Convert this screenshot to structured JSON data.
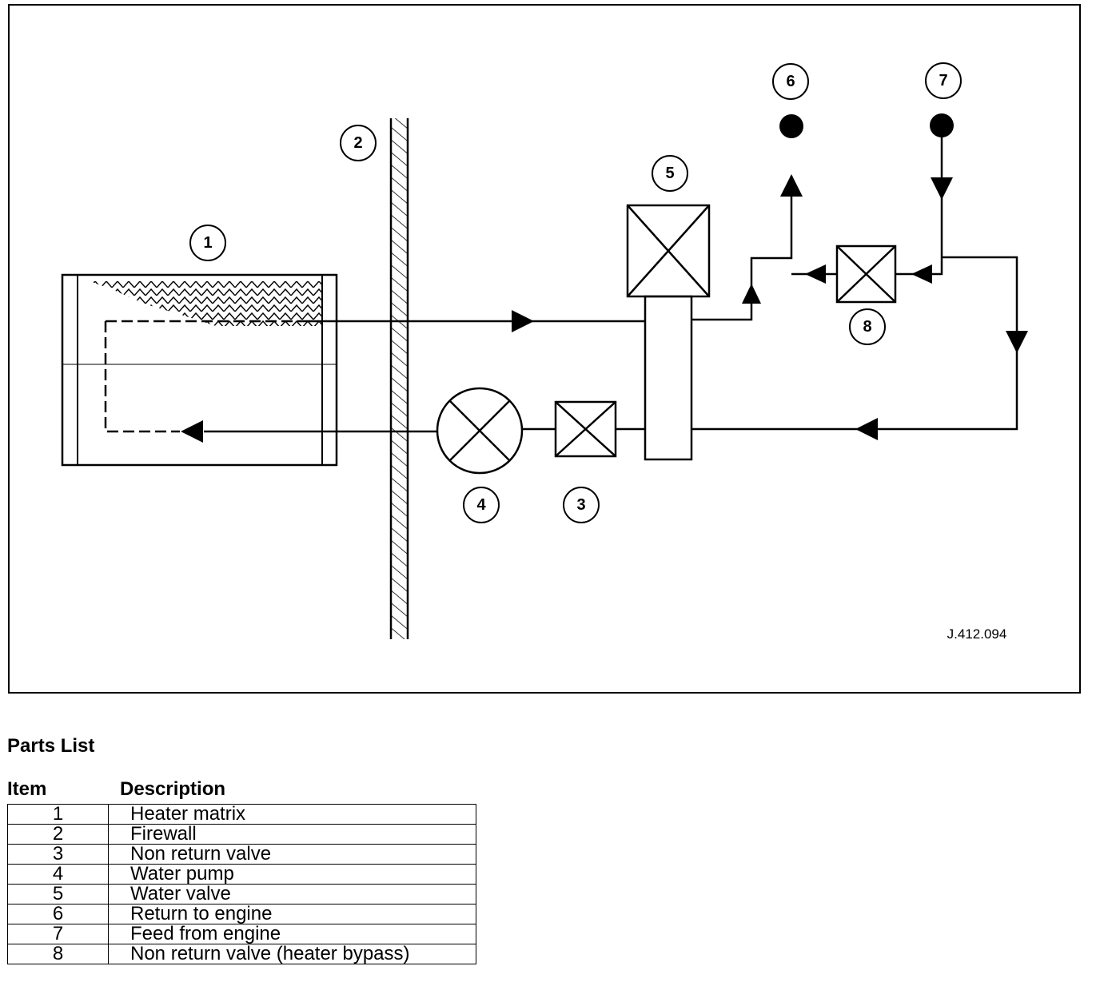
{
  "diagram": {
    "callouts": [
      "1",
      "2",
      "3",
      "4",
      "5",
      "6",
      "7",
      "8"
    ],
    "reference": "J.412.094"
  },
  "parts_list": {
    "title": "Parts List",
    "headers": {
      "item": "Item",
      "description": "Description"
    },
    "rows": [
      {
        "item": "1",
        "description": "Heater matrix"
      },
      {
        "item": "2",
        "description": "Firewall"
      },
      {
        "item": "3",
        "description": "Non return valve"
      },
      {
        "item": "4",
        "description": "Water pump"
      },
      {
        "item": "5",
        "description": "Water valve"
      },
      {
        "item": "6",
        "description": "Return to engine"
      },
      {
        "item": "7",
        "description": "Feed from engine"
      },
      {
        "item": "8",
        "description": "Non return valve (heater bypass)"
      }
    ]
  }
}
